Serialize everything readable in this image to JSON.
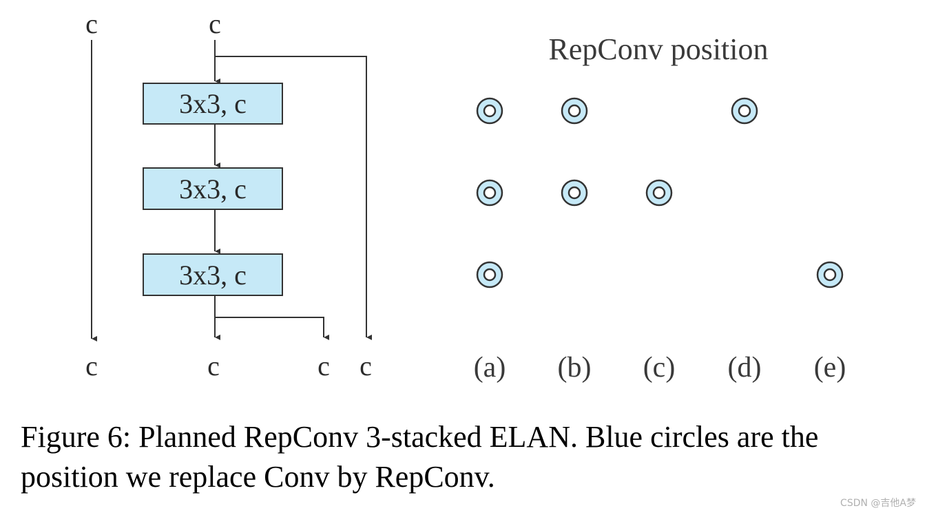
{
  "diagram": {
    "input_labels": [
      "c",
      "c"
    ],
    "output_labels": [
      "c",
      "c",
      "c",
      "c"
    ],
    "blocks": [
      "3x3, c",
      "3x3, c",
      "3x3, c"
    ],
    "colors": {
      "block_fill": "#c6e9f7",
      "circle_fill": "#c6e9f7",
      "stroke": "#333333"
    }
  },
  "positions_panel": {
    "title": "RepConv position",
    "columns": [
      "(a)",
      "(b)",
      "(c)",
      "(d)",
      "(e)"
    ],
    "rows": [
      [
        true,
        true,
        false,
        true,
        false
      ],
      [
        true,
        true,
        true,
        false,
        false
      ],
      [
        true,
        false,
        false,
        false,
        true
      ]
    ]
  },
  "caption": "Figure 6: Planned RepConv 3-stacked ELAN. Blue circles are the position we replace Conv by RepConv.",
  "watermark": "CSDN @吉他A梦"
}
